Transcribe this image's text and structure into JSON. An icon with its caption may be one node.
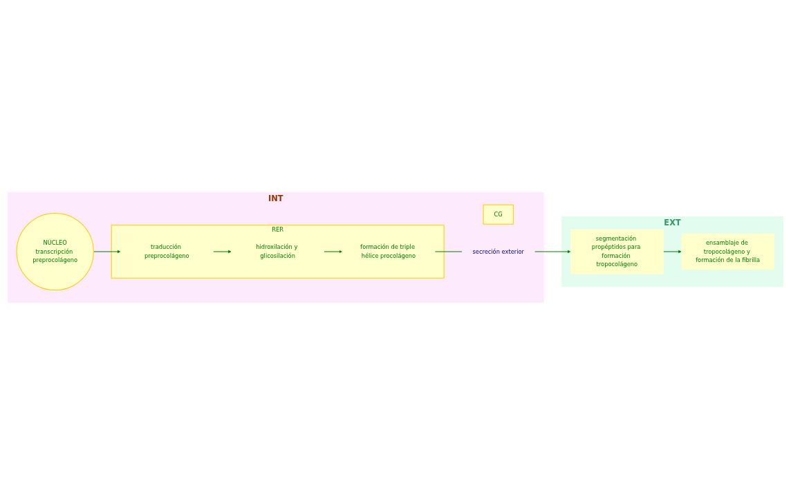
{
  "diagram": {
    "nodes": [
      {
        "text": [
          "INT"
        ]
      },
      {
        "text": [
          "NÚCLEO",
          "transcripción preprocolágeno"
        ],
        "in": 0
      },
      {
        "text": [
          "RER"
        ],
        "in": 0
      },
      {
        "text": [
          "traducción preprocolágeno"
        ],
        "in": 2
      },
      {
        "text": [
          "hidroxilación y glicosilación"
        ],
        "in": 2
      },
      {
        "text": [
          "formación de triple hélice procolágeno"
        ],
        "in": 2
      },
      {
        "text": [
          "CG"
        ],
        "in": 0
      },
      {
        "text": [
          "secreción exterior"
        ],
        "in": 0
      },
      {
        "text": [
          "EXT"
        ]
      },
      {
        "text": [
          "segmentación propéptidos para formación tropocolágeno"
        ],
        "in": 8
      },
      {
        "text": [
          "ensamblaje de tropocolágeno y formación de la fibrilla"
        ],
        "in": 8
      }
    ],
    "edges": [
      {
        "from": 1,
        "to": 3,
        "arrow": "to"
      },
      {
        "from": 3,
        "to": 4,
        "arrow": "to"
      },
      {
        "from": 4,
        "to": 5,
        "arrow": "to"
      },
      {
        "from": 5,
        "to": 7,
        "arrow": "none"
      },
      {
        "from": 7,
        "to": 9,
        "arrow": "to"
      },
      {
        "from": 9,
        "to": 10,
        "arrow": "to"
      }
    ]
  }
}
